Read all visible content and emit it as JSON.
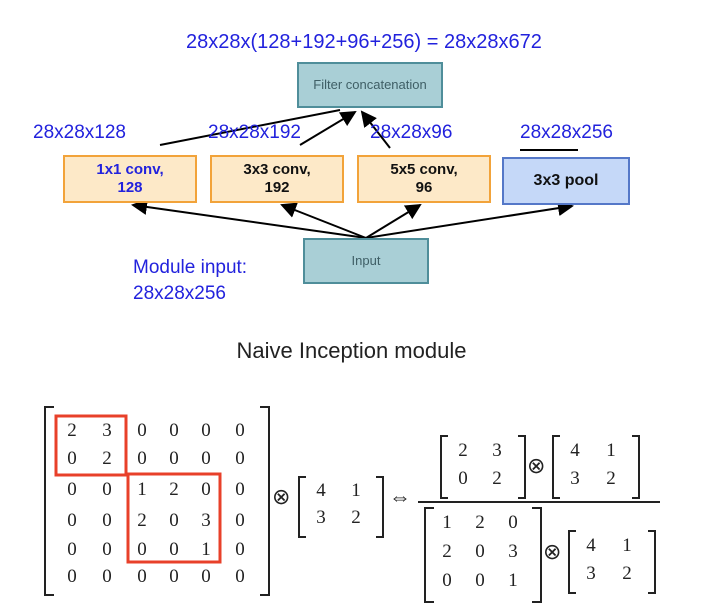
{
  "top": {
    "total_output": "28x28x(128+192+96+256) = 28x28x672",
    "filter_concat": "Filter concatenation",
    "branches": [
      {
        "dim": "28x28x128",
        "label_line1": "1x1 conv,",
        "label_line2": "128"
      },
      {
        "dim": "28x28x192",
        "label_line1": "3x3 conv,",
        "label_line2": "192"
      },
      {
        "dim": "28x28x96",
        "label_line1": "5x5 conv,",
        "label_line2": "96"
      },
      {
        "dim": "28x28x256",
        "label_line1": "3x3 pool",
        "label_line2": ""
      }
    ],
    "input_label": "Input",
    "module_input_line1": "Module input:",
    "module_input_line2": "28x28x256",
    "caption": "Naive Inception module"
  },
  "colors": {
    "dim_text": "#2222dd",
    "teal_fill": "#a9cfd6",
    "orange_fill": "#fde9c8",
    "pool_fill": "#c5d8f8",
    "highlight": "#e8402a"
  },
  "bottom": {
    "big_matrix": [
      [
        "2",
        "3",
        "0",
        "0",
        "0",
        "0"
      ],
      [
        "0",
        "2",
        "0",
        "0",
        "0",
        "0"
      ],
      [
        "0",
        "0",
        "1",
        "2",
        "0",
        "0"
      ],
      [
        "0",
        "0",
        "2",
        "0",
        "3",
        "0"
      ],
      [
        "0",
        "0",
        "0",
        "0",
        "1",
        "0"
      ],
      [
        "0",
        "0",
        "0",
        "0",
        "0",
        "0"
      ]
    ],
    "kernel": [
      [
        "4",
        "1"
      ],
      [
        "3",
        "2"
      ]
    ],
    "numerator_matrix": [
      [
        "2",
        "3"
      ],
      [
        "0",
        "2"
      ]
    ],
    "denominator_matrix": [
      [
        "1",
        "2",
        "0"
      ],
      [
        "2",
        "0",
        "3"
      ],
      [
        "0",
        "0",
        "1"
      ]
    ],
    "otimes": "⊗",
    "iff": "⇔"
  }
}
